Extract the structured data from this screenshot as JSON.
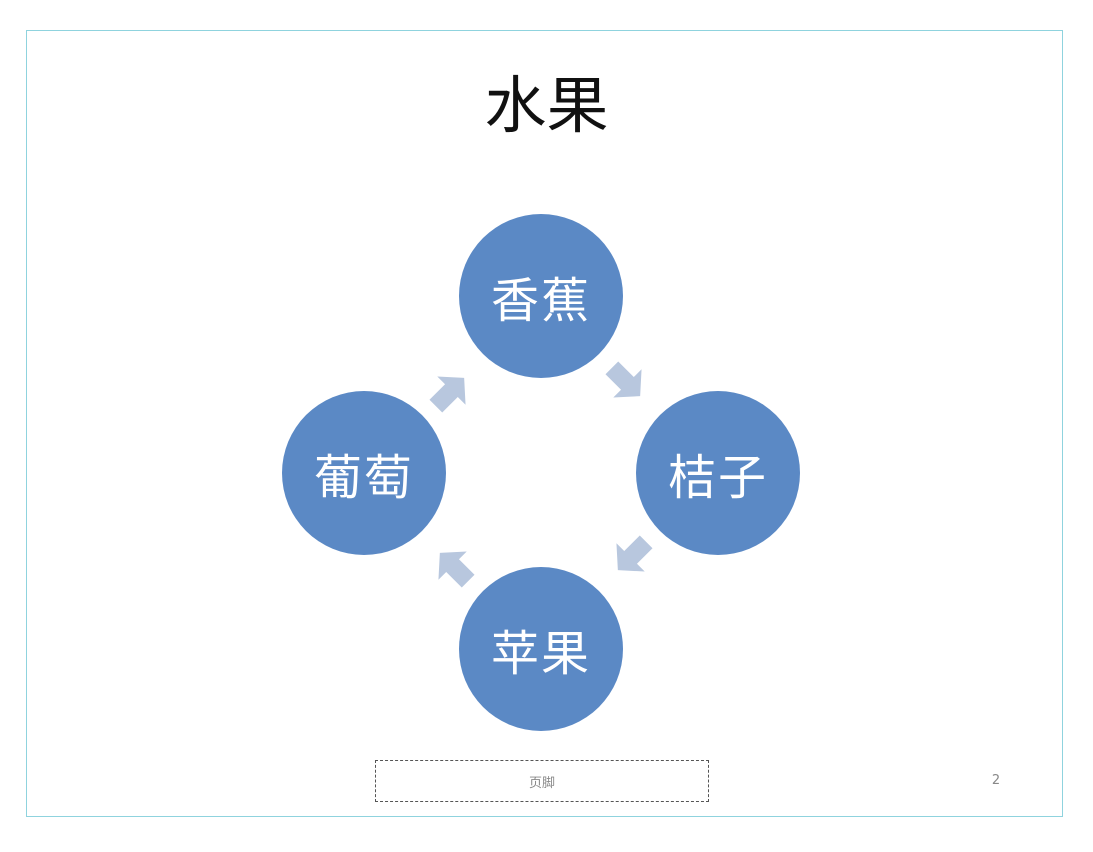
{
  "slide": {
    "title": "水果",
    "footer": "页脚",
    "page_number": "2"
  },
  "cycle": {
    "nodes": [
      {
        "label": "香蕉"
      },
      {
        "label": "桔子"
      },
      {
        "label": "苹果"
      },
      {
        "label": "葡萄"
      }
    ],
    "node_color": "#5b89c5",
    "arrow_color": "#b8c7de",
    "border_color": "#8fd3de"
  }
}
